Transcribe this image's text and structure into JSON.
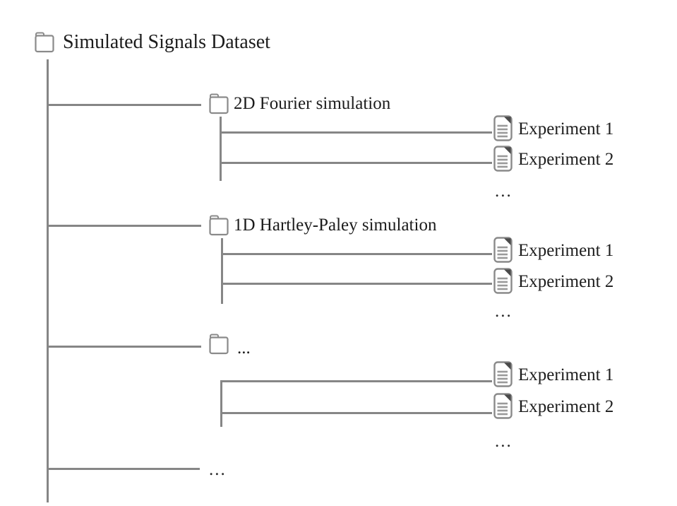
{
  "tree": {
    "root": {
      "label": "Simulated Signals Dataset",
      "icon": "folder"
    },
    "groups": [
      {
        "label": "2D Fourier simulation",
        "icon": "folder",
        "experiments": [
          "Experiment 1",
          "Experiment 2"
        ],
        "more": "..."
      },
      {
        "label": "1D Hartley-Paley simulation",
        "icon": "folder",
        "experiments": [
          "Experiment 1",
          "Experiment 2"
        ],
        "more": "..."
      },
      {
        "label": "...",
        "icon": "folder",
        "experiments": [
          "Experiment 1",
          "Experiment 2"
        ],
        "more": "..."
      }
    ],
    "more": "..."
  },
  "icons": {
    "folder": "folder-icon",
    "document": "document-icon"
  },
  "colors": {
    "line": "#868686",
    "text": "#1c1c1c",
    "icon_stroke": "#8a8a8a",
    "document_fold": "#4a4a4a",
    "background": "#ffffff"
  }
}
